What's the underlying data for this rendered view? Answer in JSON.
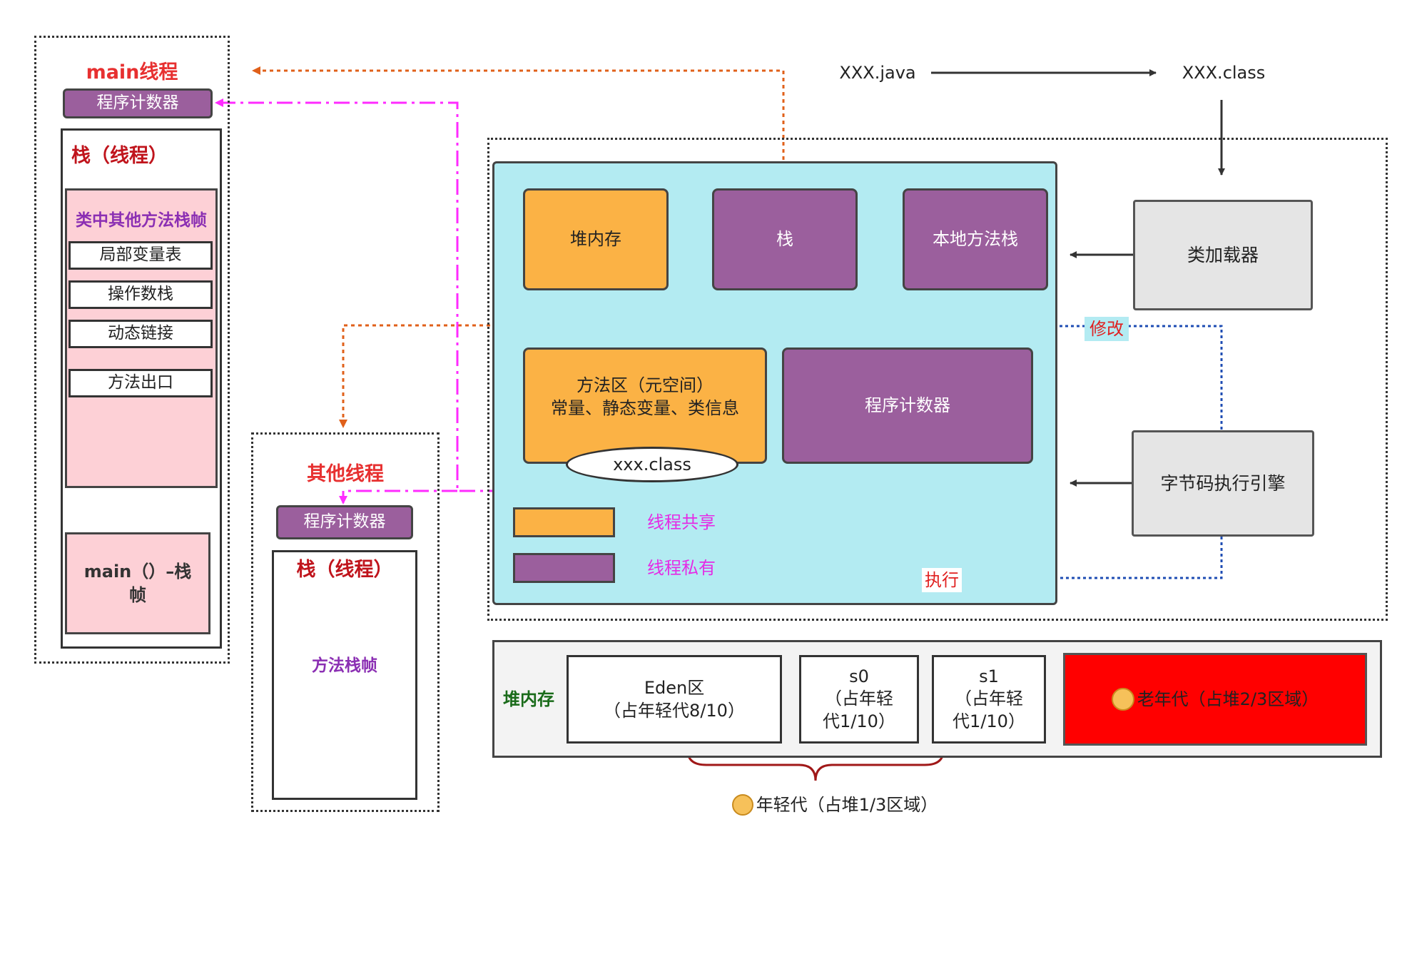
{
  "colors": {
    "thread_private": "#9b5f9d",
    "thread_shared": "#fbb245",
    "runtime_area": "#b3ebf2",
    "old_gen": "#ff0000",
    "arrow_orange": "#e0601a",
    "arrow_magenta": "#ff2bff",
    "arrow_blue": "#1e4cb3",
    "title_red": "#e73030"
  },
  "main_thread": {
    "title": "main线程",
    "pc": "程序计数器",
    "stack_title": "栈（线程）",
    "frame_title": "类中其他方法栈帧",
    "frame_items": [
      "局部变量表",
      "操作数栈",
      "动态链接",
      "方法出口"
    ],
    "main_frame": "main（）–栈帧"
  },
  "other_thread": {
    "title": "其他线程",
    "pc": "程序计数器",
    "stack_title": "栈（线程）",
    "frame": "方法栈帧"
  },
  "compile": {
    "source": "XXX.java",
    "target": "XXX.class"
  },
  "runtime": {
    "heap": "堆内存",
    "stack": "栈",
    "native_stack": "本地方法栈",
    "method_area_line1": "方法区（元空间）",
    "method_area_line2": "常量、静态变量、类信息",
    "class_file": "xxx.class",
    "pc": "程序计数器",
    "legend_shared": "线程共享",
    "legend_private": "线程私有"
  },
  "engine": {
    "class_loader": "类加载器",
    "bytecode_engine": "字节码执行引擎",
    "modify_label": "修改",
    "execute_label": "执行"
  },
  "heap_layout": {
    "label": "堆内存",
    "eden_line1": "Eden区",
    "eden_line2": "（占年轻代8/10）",
    "s0_line1": "s0",
    "s0_line2": "（占年轻",
    "s0_line3": "代1/10）",
    "s1_line1": "s1",
    "s1_line2": "（占年轻",
    "s1_line3": "代1/10）",
    "old_gen": "老年代（占堆2/3区域）",
    "young_gen": "年轻代（占堆1/3区域）"
  }
}
